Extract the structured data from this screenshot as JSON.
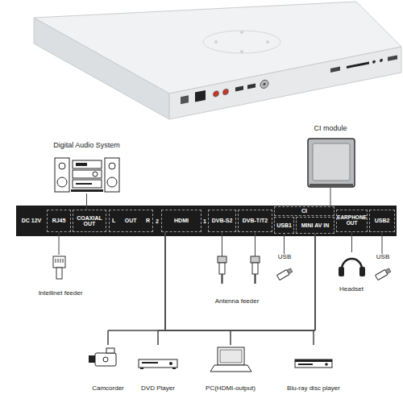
{
  "diagram": {
    "nodes": [
      {
        "text": [
          "Digital Audio System"
        ]
      },
      {
        "text": [
          "CI module"
        ]
      },
      {
        "text": [
          "DC 12V"
        ]
      },
      {
        "text": [
          "RJ45"
        ],
        "in": 2
      },
      {
        "text": [
          "COAXIAL OUT"
        ],
        "in": 2
      },
      {
        "text": [
          "L",
          "OUT",
          "R"
        ],
        "in": 2
      },
      {
        "text": [
          "HDMI"
        ],
        "in": 2
      },
      {
        "text": [
          "DVB-S2"
        ],
        "in": 2
      },
      {
        "text": [
          "DVB-T/T2"
        ],
        "in": 2
      },
      {
        "text": [
          "CI"
        ],
        "in": 2
      },
      {
        "text": [
          "USB1"
        ],
        "in": 2
      },
      {
        "text": [
          "MINI AV IN"
        ],
        "in": 2
      },
      {
        "text": [
          "EARPHONE OUT"
        ],
        "in": 2
      },
      {
        "text": [
          "USB2"
        ],
        "in": 2
      },
      {
        "text": [
          "Intellinet feeder"
        ]
      },
      {
        "text": [
          "Antenna feeder"
        ]
      },
      {
        "text": [
          "USB"
        ]
      },
      {
        "text": [
          "Headset"
        ]
      },
      {
        "text": [
          "USB"
        ]
      },
      {
        "text": [
          "Camcorder"
        ]
      },
      {
        "text": [
          "DVD Player"
        ]
      },
      {
        "text": [
          "PC(HDMI-output)"
        ]
      },
      {
        "text": [
          "Blu-ray disc player"
        ]
      }
    ],
    "edges": [
      {
        "from": 0,
        "to": 4,
        "arrow": "none"
      },
      {
        "from": 1,
        "to": 9,
        "arrow": "none"
      },
      {
        "from": 3,
        "to": 14,
        "arrow": "none"
      },
      {
        "from": 7,
        "to": 15,
        "arrow": "none"
      },
      {
        "from": 8,
        "to": 15,
        "arrow": "none"
      },
      {
        "from": 10,
        "to": 16,
        "arrow": "none"
      },
      {
        "from": 12,
        "to": 17,
        "arrow": "none"
      },
      {
        "from": 13,
        "to": 18,
        "arrow": "none"
      },
      {
        "from": 6,
        "to": 19,
        "arrow": "none"
      },
      {
        "from": 6,
        "to": 20,
        "arrow": "none"
      },
      {
        "from": 6,
        "to": 21,
        "arrow": "none"
      },
      {
        "from": 6,
        "to": 22,
        "arrow": "none"
      },
      {
        "from": 11,
        "to": 19,
        "arrow": "none"
      },
      {
        "from": 11,
        "to": 20,
        "arrow": "none"
      },
      {
        "from": 11,
        "to": 21,
        "arrow": "none"
      },
      {
        "from": 11,
        "to": 22,
        "arrow": "none"
      }
    ],
    "labels": [
      "2",
      "1"
    ]
  }
}
